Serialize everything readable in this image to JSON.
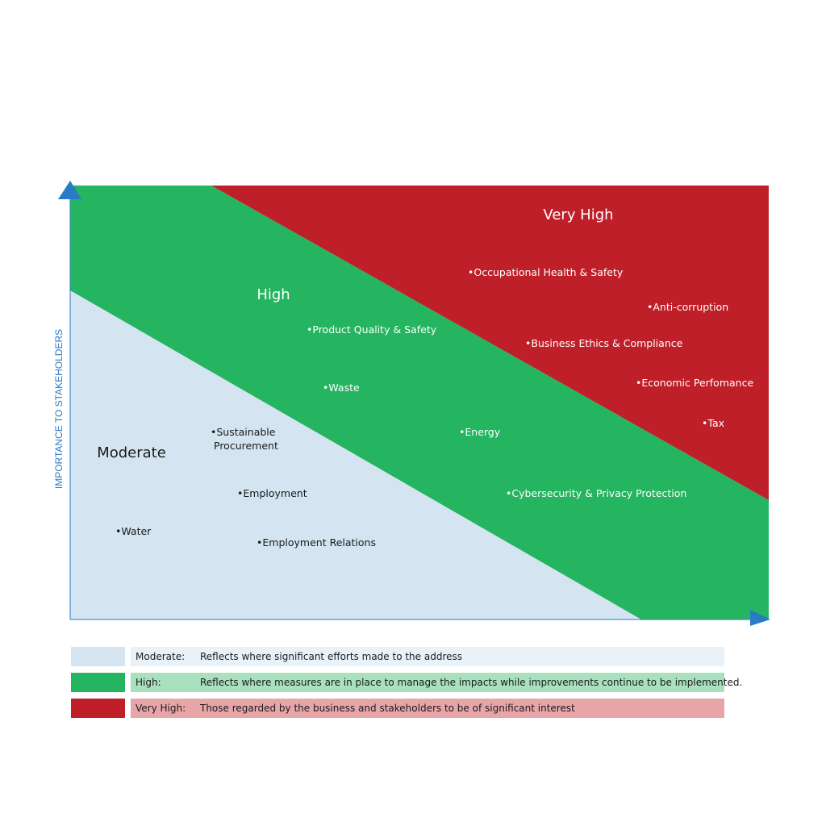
{
  "axis": {
    "y_label": "IMPORTANCE TO STAKEHOLDERS"
  },
  "zones": {
    "moderate": {
      "label": "Moderate",
      "color": "#d4e5f1",
      "text_color": "#1a1a1a"
    },
    "high": {
      "label": "High",
      "color": "#25b45f",
      "text_color": "#ffffff"
    },
    "very_high": {
      "label": "Very High",
      "color": "#bf1f28",
      "text_color": "#ffffff"
    }
  },
  "axis_color": "#2a7bc6",
  "items": {
    "occupational_health_safety": "•Occupational Health & Safety",
    "anti_corruption": "•Anti-corruption",
    "business_ethics": "•Business Ethics & Compliance",
    "economic_performance": "•Economic Perfomance",
    "tax": "•Tax",
    "product_quality_safety": "•Product Quality & Safety",
    "waste": "•Waste",
    "energy": "•Energy",
    "cybersecurity": "•Cybersecurity & Privacy Protection",
    "sustainable_procurement_line1": "•Sustainable",
    "sustainable_procurement_line2": "Procurement",
    "employment": "•Employment",
    "water": "•Water",
    "employment_relations": "•Employment Relations"
  },
  "legend": [
    {
      "level": "Moderate:",
      "description": "Reflects  where significant efforts made to the address",
      "swatch": "#d4e5f1",
      "background": "#eaf2f9"
    },
    {
      "level": "High:",
      "description": "Reflects where measures are in place to manage the impacts while improvements continue to be implemented.",
      "swatch": "#25b45f",
      "background": "#a9e0bd"
    },
    {
      "level": "Very High:",
      "description": "Those regarded by the business and stakeholders to be of significant interest",
      "swatch": "#bf1f28",
      "background": "#e8a5a8"
    }
  ]
}
